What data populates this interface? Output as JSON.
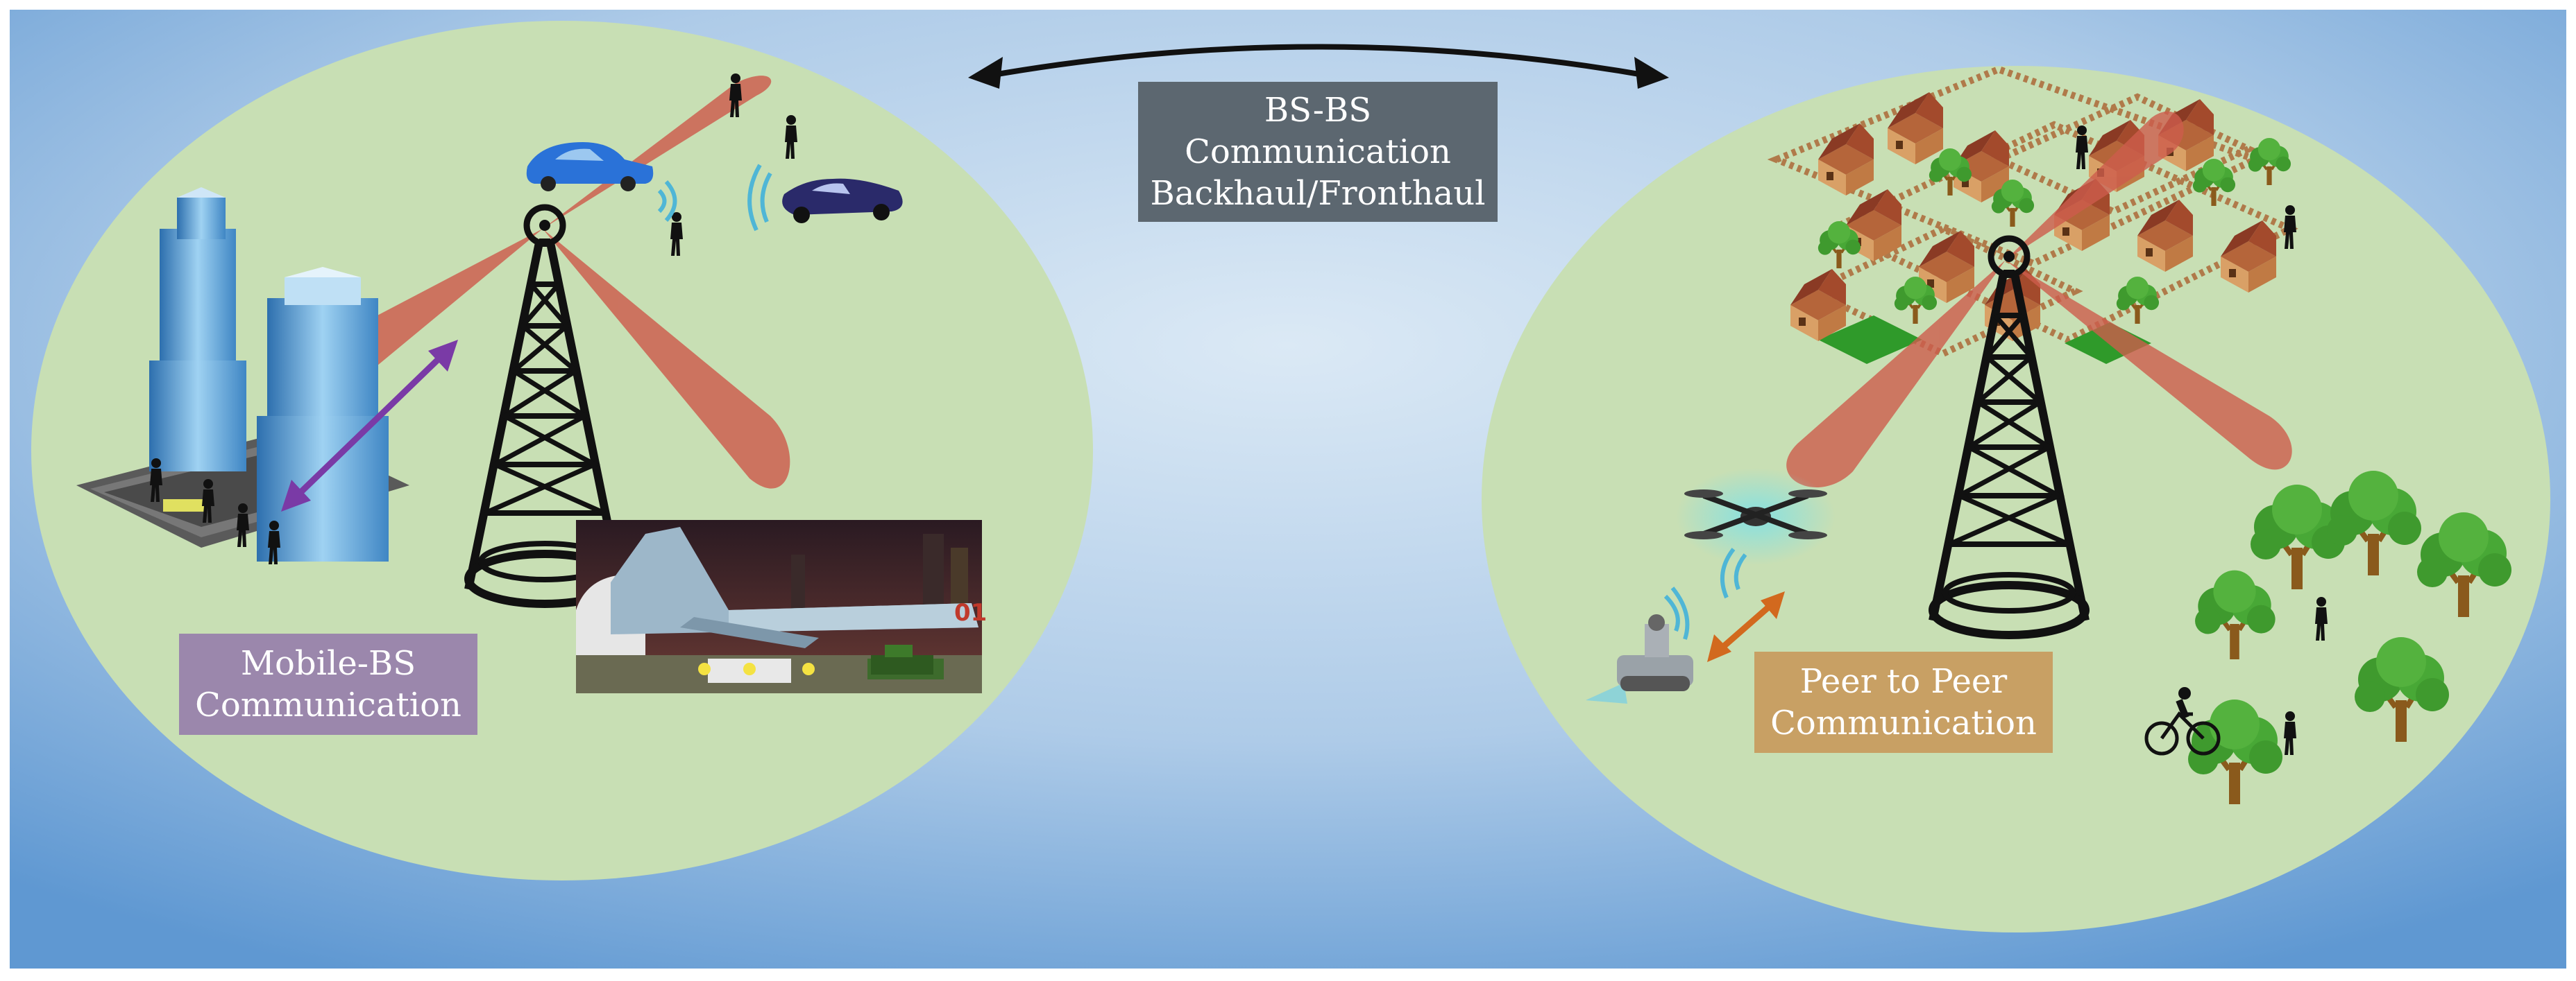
{
  "colors": {
    "background_outer": "#6fa3d6",
    "background_center": "#d6e6f4",
    "cell_fill": "#c8dfb4",
    "beam_color": "#cd5c4c",
    "bs_label_bg": "#5c6770",
    "mobile_label_bg": "#9b87ac",
    "p2p_label_bg": "#c8a064",
    "arrow_bs": "#111111",
    "arrow_mobile": "#7a3aa6",
    "arrow_p2p": "#d2691e"
  },
  "labels": {
    "bs_bs": [
      "BS-BS",
      "Communication",
      "Backhaul/Fronthaul"
    ],
    "mobile_bs": [
      "Mobile-BS",
      "Communication"
    ],
    "peer_to_peer": [
      "Peer to Peer",
      "Communication"
    ]
  },
  "icons": [
    "tower-icon",
    "car-icon",
    "person-icon",
    "building-icon",
    "aircraft-icon",
    "tank-icon",
    "house-icon",
    "tree-icon",
    "drone-icon",
    "robot-icon",
    "bicycle-icon",
    "signal-icon"
  ]
}
